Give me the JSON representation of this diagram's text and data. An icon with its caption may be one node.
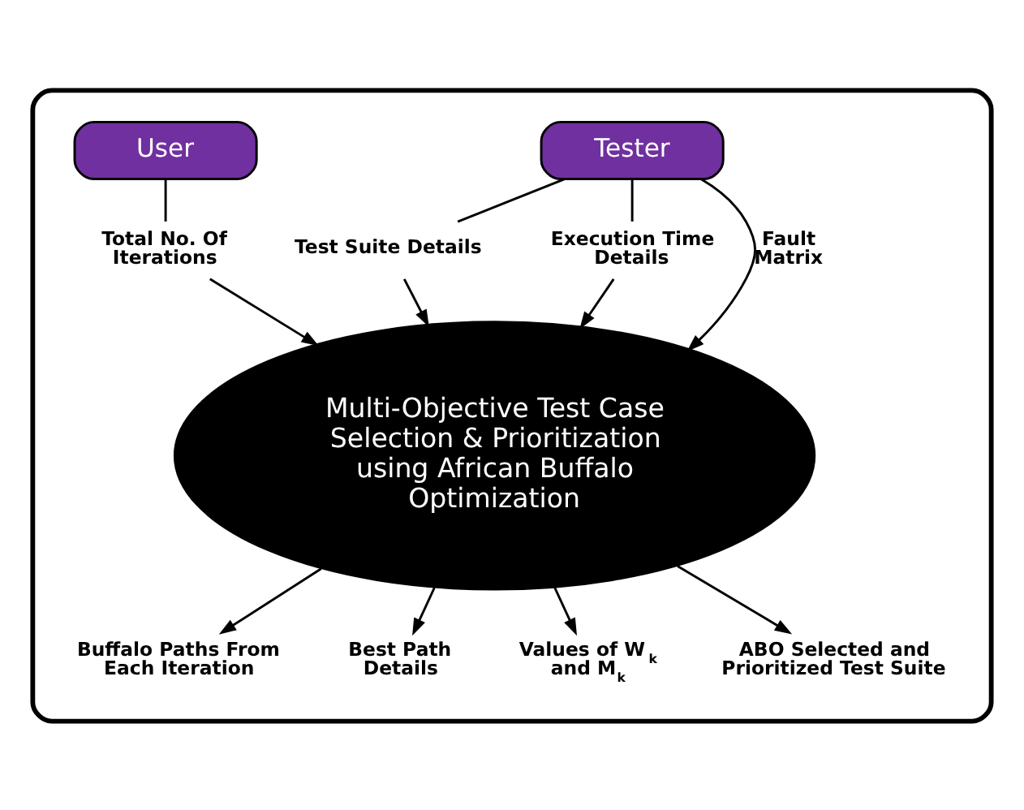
{
  "diagram": {
    "nodes": [
      {
        "text": [],
        "shape": "box"
      },
      {
        "text": [
          "Tester"
        ],
        "in": 0
      },
      {
        "text": [
          "User"
        ],
        "in": 0
      },
      {
        "text": [
          "Test Suite Details"
        ],
        "in": 0
      },
      {
        "text": [
          "Execution Time Details"
        ],
        "in": 0
      },
      {
        "text": [
          "Total No. Of Iterations"
        ],
        "in": 0
      },
      {
        "text": [
          "Multi-Objective Test Case Selection & Prioritization using African Buffalo Optimization"
        ],
        "in": 0
      },
      {
        "text": [
          "Buffalo Paths From Each Iteration"
        ],
        "in": 0
      },
      {
        "text": [
          "Best Path Details"
        ],
        "in": 0
      },
      {
        "text": [
          "Values of W$_{k}$ and M$_{k}$"
        ],
        "in": 0
      },
      {
        "text": [
          "ABO Selected and Prioritized Test Suite"
        ],
        "in": 0
      }
    ],
    "edges": [
      {
        "from": 1,
        "to": 3,
        "arrow": "none"
      },
      {
        "from": 3,
        "to": 6,
        "arrow": "to"
      },
      {
        "from": 1,
        "to": 6,
        "arrow": "to",
        "label": "Fault Matrix"
      },
      {
        "from": 1,
        "to": 4,
        "arrow": "none"
      },
      {
        "from": 4,
        "to": 6,
        "arrow": "to"
      },
      {
        "from": 2,
        "to": 5,
        "arrow": "none"
      },
      {
        "from": 5,
        "to": 6,
        "arrow": "to"
      },
      {
        "from": 6,
        "to": 7,
        "arrow": "to"
      },
      {
        "from": 6,
        "to": 8,
        "arrow": "to"
      },
      {
        "from": 6,
        "to": 9,
        "arrow": "to"
      },
      {
        "from": 6,
        "to": 10,
        "arrow": "to"
      }
    ]
  }
}
